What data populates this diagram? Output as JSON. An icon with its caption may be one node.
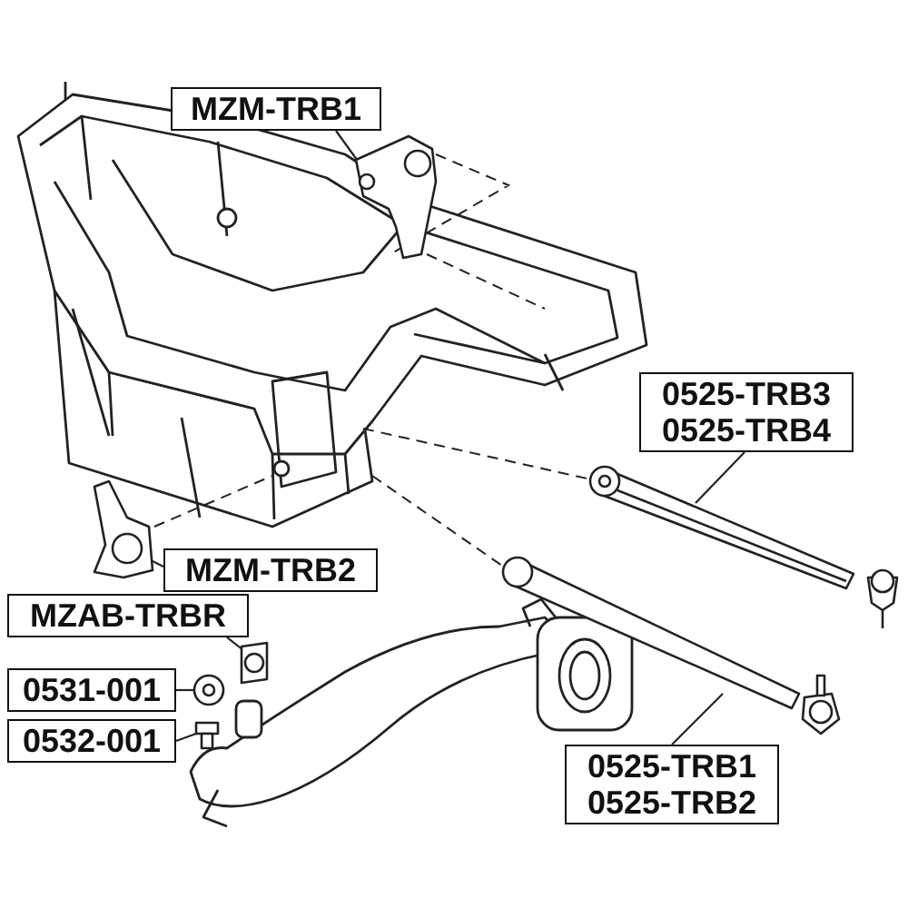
{
  "diagram": {
    "nodes": [
      {
        "text": [
          "MZM-TRB1"
        ]
      },
      {
        "text": [],
        "shape": "picture"
      },
      {
        "text": [
          "0525-TRB3",
          "0525-TRB4"
        ]
      },
      {
        "text": [],
        "shape": "picture"
      },
      {
        "text": [
          "MZM-TRB2"
        ]
      },
      {
        "text": [],
        "shape": "picture"
      },
      {
        "text": [
          "MZAB-TRBR"
        ]
      },
      {
        "text": [],
        "shape": "picture"
      },
      {
        "text": [
          "0531-001"
        ]
      },
      {
        "text": [],
        "shape": "picture"
      },
      {
        "text": [
          "0532-001"
        ]
      },
      {
        "text": [],
        "shape": "picture"
      },
      {
        "text": [
          "0525-TRB1",
          "0525-TRB2"
        ]
      },
      {
        "text": [],
        "shape": "picture"
      }
    ],
    "edges": [
      {
        "from": 0,
        "to": 1,
        "arrow": "none"
      },
      {
        "from": 2,
        "to": 3,
        "arrow": "none"
      },
      {
        "from": 4,
        "to": 5,
        "arrow": "none"
      },
      {
        "from": 6,
        "to": 7,
        "arrow": "none"
      },
      {
        "from": 8,
        "to": 9,
        "arrow": "none"
      },
      {
        "from": 10,
        "to": 11,
        "arrow": "none"
      },
      {
        "from": 12,
        "to": 13,
        "arrow": "none"
      }
    ]
  }
}
